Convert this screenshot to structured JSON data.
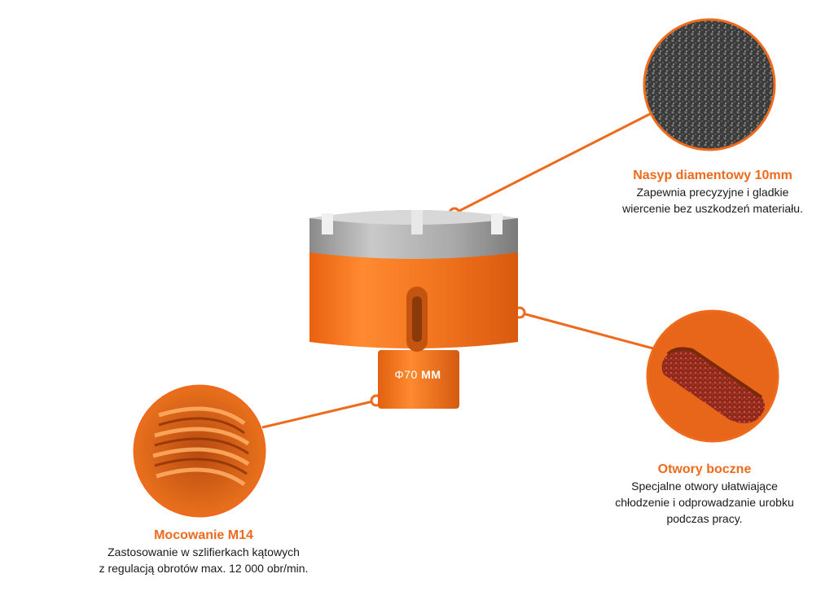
{
  "product": {
    "diameter_label": "Φ70",
    "diameter_unit": "MM"
  },
  "callouts": {
    "diamond": {
      "title": "Nasyp diamentowy 10mm",
      "line1": "Zapewnia precyzyjne i gladkie",
      "line2": "wiercenie bez uszkodzeń materiału."
    },
    "holes": {
      "title": "Otwory boczne",
      "line1": "Specjalne otwory ułatwiające",
      "line2": "chłodzenie i odprowadzanie urobku",
      "line3": "podczas pracy."
    },
    "mount": {
      "title": "Mocowanie M14",
      "line1": "Zastosowanie w szlifierkach kątowych",
      "line2": "z regulacją obrotów max. 12 000 obr/min."
    }
  },
  "colors": {
    "accent": "#ee6a1c",
    "body_orange": "#f2751f",
    "diamond_grey": "#9a9a9a",
    "text": "#1a1a1a"
  }
}
